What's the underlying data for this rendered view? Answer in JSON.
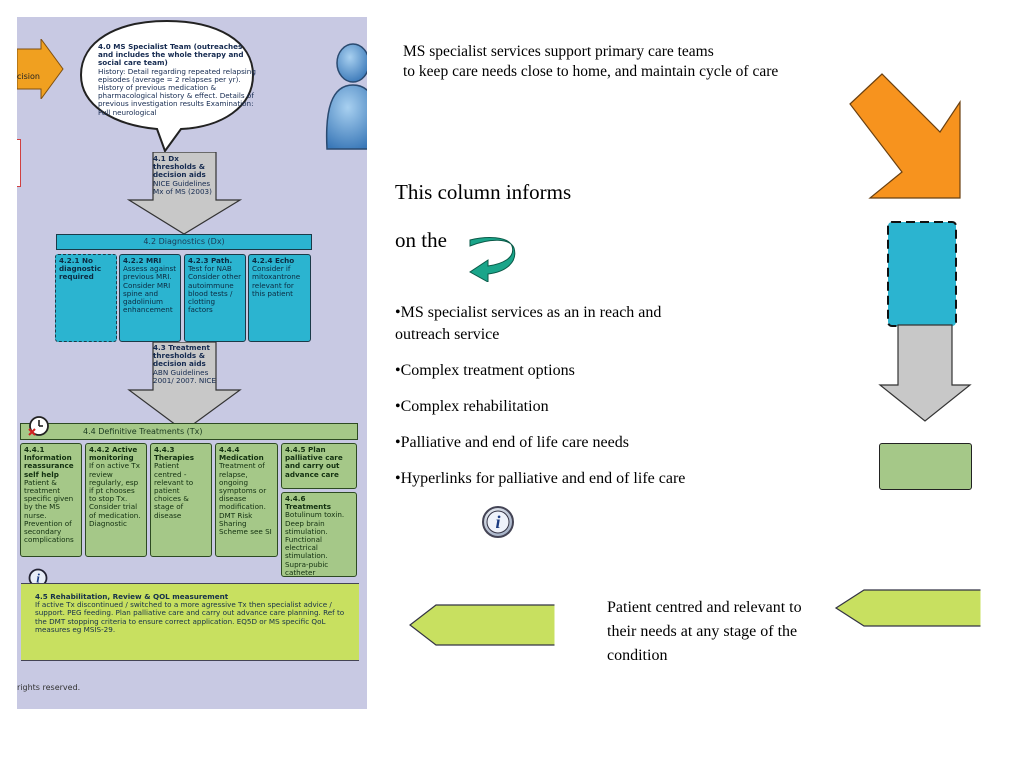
{
  "flowchart": {
    "left_arrow_label": "cision",
    "team_box": {
      "title": "4.0 MS Specialist Team (outreaches and includes the whole therapy and social care team)",
      "body": "History: Detail regarding repeated relapsing episodes (average = 2 relapses per yr). History of previous medication & pharmacological history & effect. Details of previous investigation results Examination: Full neurological"
    },
    "dx_thresholds": {
      "title": "4.1 Dx thresholds & decision aids",
      "body": "NICE Guidelines Mx of MS (2003)"
    },
    "diagnostics_bar": "4.2 Diagnostics (Dx)",
    "diagnostics": [
      {
        "title": "4.2.1 No diagnostic required",
        "body": ""
      },
      {
        "title": "4.2.2 MRI",
        "body": "Assess against previous MRI. Consider MRI spine and gadolinium enhancement"
      },
      {
        "title": "4.2.3 Path.",
        "body": "Test for NAB Consider other autoimmune blood tests / clotting factors"
      },
      {
        "title": "4.2.4 Echo",
        "body": "Consider if mitoxantrone relevant for this patient"
      }
    ],
    "tx_thresholds": {
      "title": "4.3 Treatment thresholds & decision aids",
      "body": "ABN Guidelines 2001/ 2007. NICE"
    },
    "treatments_bar": "4.4 Definitive Treatments (Tx)",
    "treatments": [
      {
        "title": "4.4.1 Information reassurance self help",
        "body": "Patient & treatment specific given by the MS nurse. Prevention of secondary complications"
      },
      {
        "title": "4.4.2 Active monitoring",
        "body": "If on active Tx review regularly, esp if pt chooses to stop Tx. Consider trial of medication. Diagnostic"
      },
      {
        "title": "4.4.3 Therapies",
        "body": "Patient centred - relevant to patient choices & stage of disease"
      },
      {
        "title": "4.4.4 Medication",
        "body": "Treatment of relapse, ongoing symptoms or disease modification. DMT Risk Sharing Scheme see SI"
      },
      {
        "title": "4.4.5 Plan palliative care and carry out advance care",
        "body": ""
      },
      {
        "title": "4.4.6 Treatments",
        "body": "Botulinum toxin. Deep brain stimulation. Functional electrical stimulation. Supra-pubic catheter"
      }
    ],
    "rehab": {
      "title": "4.5 Rehabilitation, Review & QOL measurement",
      "body": "If active Tx discontinued / switched to a more agressive Tx then specialist advice / support. PEG feeding. Plan palliative care and carry out advance care planning. Ref to the DMT stopping criteria to ensure correct application. EQ5D or MS specific QoL measures eg MSIS-29."
    },
    "copyright": "rights reserved."
  },
  "intro": {
    "line1": "MS specialist services support primary care teams",
    "line2": "to keep care needs close to home, and maintain cycle of care"
  },
  "column": {
    "line1": "This column informs",
    "line2": "on the"
  },
  "bullets": [
    "•MS specialist services as an in reach and outreach service",
    "•Complex treatment options",
    "•Complex rehabilitation",
    "•Palliative and end of life care needs",
    "•Hyperlinks for palliative and end of life care"
  ],
  "patient_note": "Patient centred and relevant to their needs at any stage of the condition",
  "icons": {
    "person": "person-icon",
    "clock": "clock-icon",
    "info": "info-icon",
    "cycle": "cycle-arrow-icon"
  },
  "colors": {
    "panel": "#c8c9e3",
    "cyan": "#2bb4d0",
    "green": "#a5c888",
    "lime": "#c8e060",
    "orange": "#f7931e",
    "teal": "#1aa58a",
    "grey": "#c8c8c8"
  }
}
